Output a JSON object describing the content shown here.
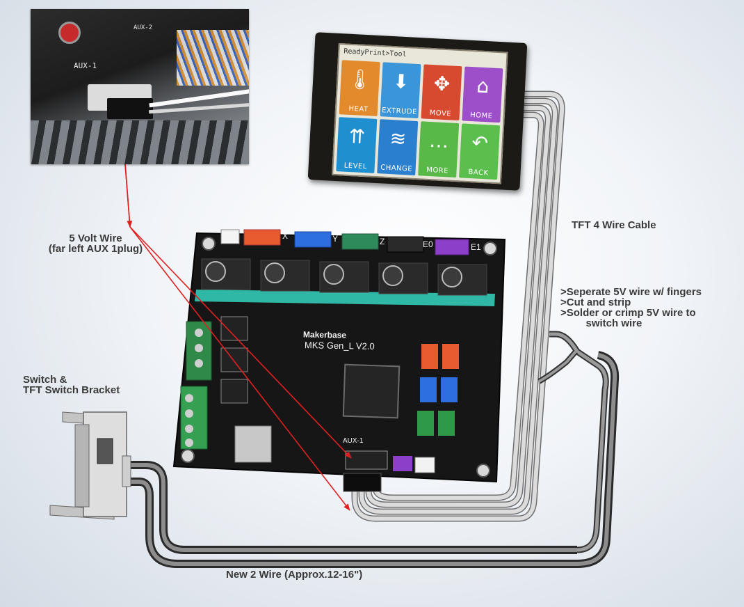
{
  "labels": {
    "five_volt": [
      "5 Volt Wire",
      "(far left AUX 1plug)"
    ],
    "tft_cable": "TFT 4 Wire Cable",
    "instructions": [
      ">Seperate 5V wire w/ fingers",
      ">Cut and strip",
      ">Solder or crimp 5V wire to",
      "   switch wire"
    ],
    "switch": [
      "Switch &",
      "TFT Switch Bracket"
    ],
    "new_wire": "New 2 Wire (Approx.12-16\")"
  },
  "photo": {
    "aux_label": "AUX-1",
    "aux2_label": "AUX-2"
  },
  "tft": {
    "title": "ReadyPrint>Tool",
    "tiles": [
      {
        "label": "HEAT",
        "icon": "thermometer-icon",
        "glyph": "🌡",
        "color": "#e38a2d"
      },
      {
        "label": "EXTRUDE",
        "icon": "extrude-icon",
        "glyph": "⬇",
        "color": "#3a96d8"
      },
      {
        "label": "MOVE",
        "icon": "move-icon",
        "glyph": "✥",
        "color": "#d84a2f"
      },
      {
        "label": "HOME",
        "icon": "home-icon",
        "glyph": "⌂",
        "color": "#9c4fc8"
      },
      {
        "label": "LEVEL",
        "icon": "level-icon",
        "glyph": "⇈",
        "color": "#1f8fcf"
      },
      {
        "label": "CHANGE",
        "icon": "change-icon",
        "glyph": "≋",
        "color": "#2b7fcf"
      },
      {
        "label": "MORE",
        "icon": "more-icon",
        "glyph": "…",
        "color": "#58b947"
      },
      {
        "label": "BACK",
        "icon": "back-icon",
        "glyph": "↶",
        "color": "#5bbf4d"
      }
    ]
  },
  "board": {
    "brand": "Makerbase",
    "model": "MKS  Gen_L V2.0",
    "axes": [
      "X",
      "Y",
      "Z",
      "E0",
      "E1"
    ],
    "aux_label": "AUX-1"
  },
  "colors": {
    "arrow": "#e02020",
    "cable": "#c9c9c9",
    "pcb": "#1a1a1a",
    "teal": "#2fb8a6"
  }
}
